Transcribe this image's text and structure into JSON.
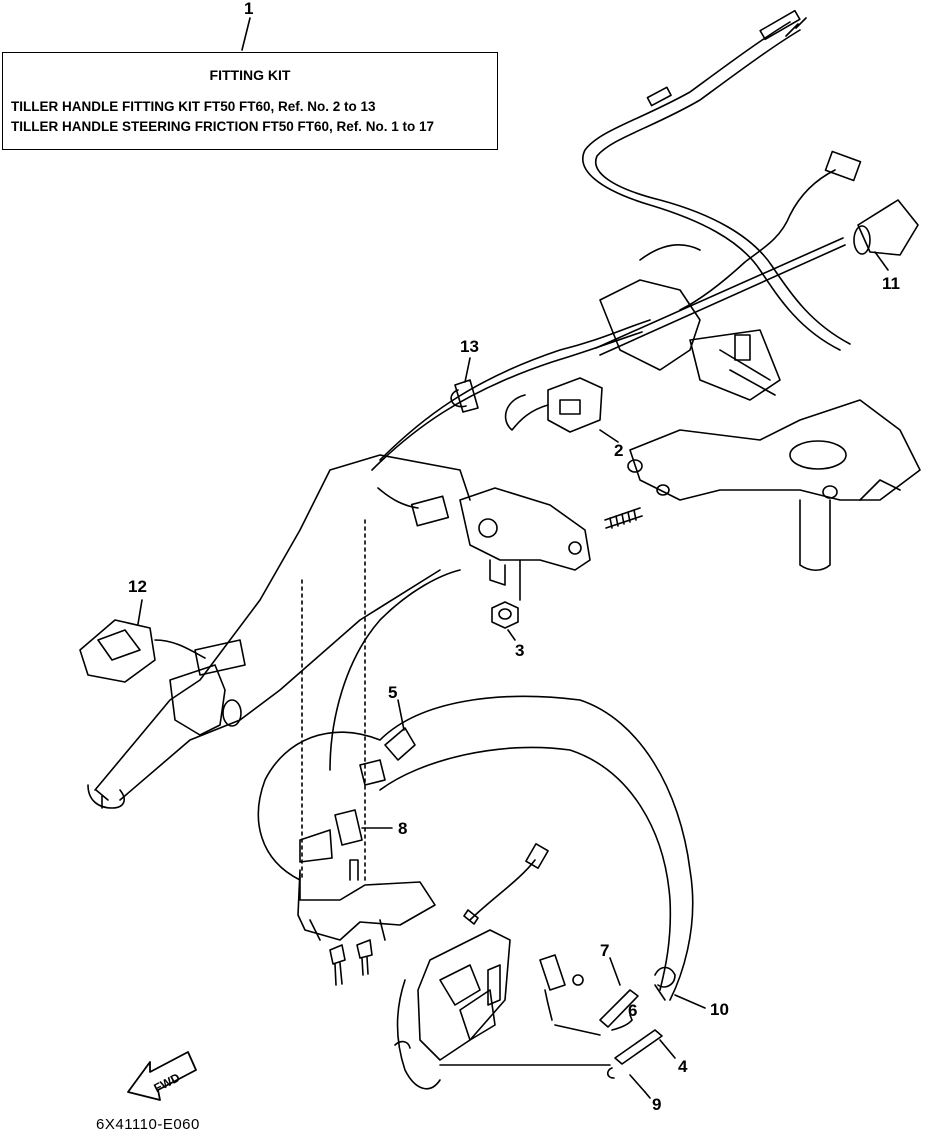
{
  "fitting_kit": {
    "ref_number": "1",
    "title": "FITTING KIT",
    "line1": "TILLER HANDLE FITTING KIT FT50 FT60,  Ref. No. 2 to 13",
    "line2": "TILLER HANDLE STEERING FRICTION FT50 FT60, Ref. No. 1 to 17"
  },
  "callouts": {
    "c2": "2",
    "c3": "3",
    "c4": "4",
    "c5": "5",
    "c6": "6",
    "c7": "7",
    "c8": "8",
    "c9": "9",
    "c10": "10",
    "c11": "11",
    "c12": "12",
    "c13": "13"
  },
  "fwd_arrow_label": "FWD",
  "diagram_code": "6X41110-E060",
  "icons": [
    "fwd-arrow-icon"
  ]
}
